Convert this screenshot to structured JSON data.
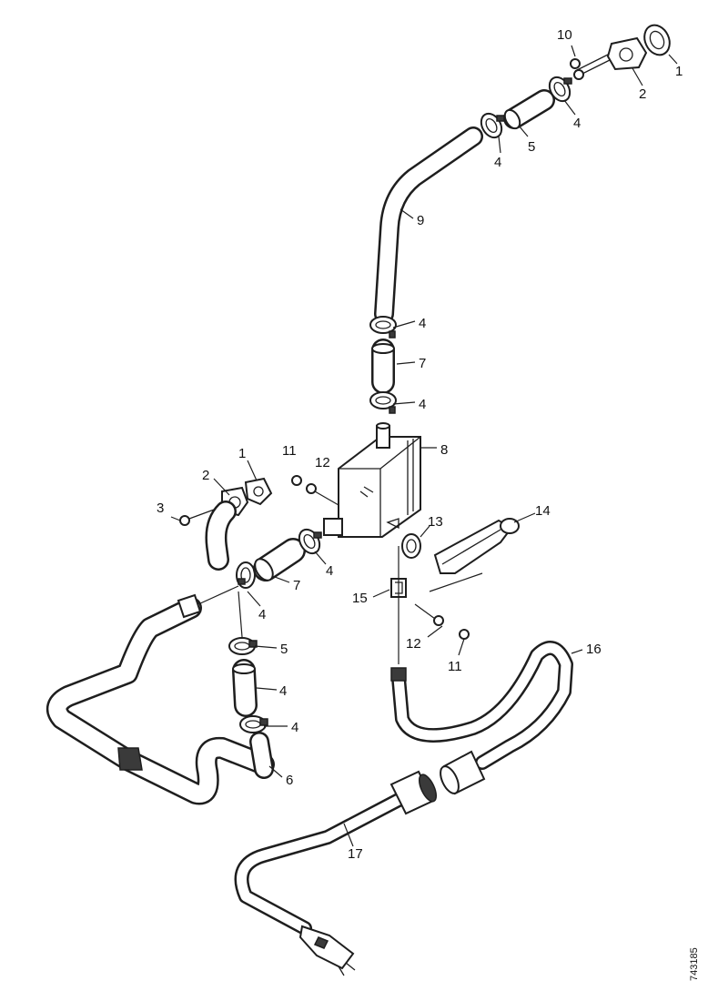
{
  "drawing_number": "743185",
  "callouts": [
    {
      "id": "c1a",
      "text": "1"
    },
    {
      "id": "c2a",
      "text": "2"
    },
    {
      "id": "c10",
      "text": "10"
    },
    {
      "id": "c4a",
      "text": "4"
    },
    {
      "id": "c4b",
      "text": "4"
    },
    {
      "id": "c5a",
      "text": "5"
    },
    {
      "id": "c9",
      "text": "9"
    },
    {
      "id": "c4c",
      "text": "4"
    },
    {
      "id": "c7a",
      "text": "7"
    },
    {
      "id": "c4d",
      "text": "4"
    },
    {
      "id": "c8",
      "text": "8"
    },
    {
      "id": "c11a",
      "text": "11"
    },
    {
      "id": "c12a",
      "text": "12"
    },
    {
      "id": "c1b",
      "text": "1"
    },
    {
      "id": "c2b",
      "text": "2"
    },
    {
      "id": "c3",
      "text": "3"
    },
    {
      "id": "c4e",
      "text": "4"
    },
    {
      "id": "c7b",
      "text": "7"
    },
    {
      "id": "c4f",
      "text": "4"
    },
    {
      "id": "c4g",
      "text": "4"
    },
    {
      "id": "c5b",
      "text": "5"
    },
    {
      "id": "c4h",
      "text": "4"
    },
    {
      "id": "c6",
      "text": "6"
    },
    {
      "id": "c13",
      "text": "13"
    },
    {
      "id": "c14",
      "text": "14"
    },
    {
      "id": "c15",
      "text": "15"
    },
    {
      "id": "c12b",
      "text": "12"
    },
    {
      "id": "c11b",
      "text": "11"
    },
    {
      "id": "c16",
      "text": "16"
    },
    {
      "id": "c17",
      "text": "17"
    }
  ]
}
